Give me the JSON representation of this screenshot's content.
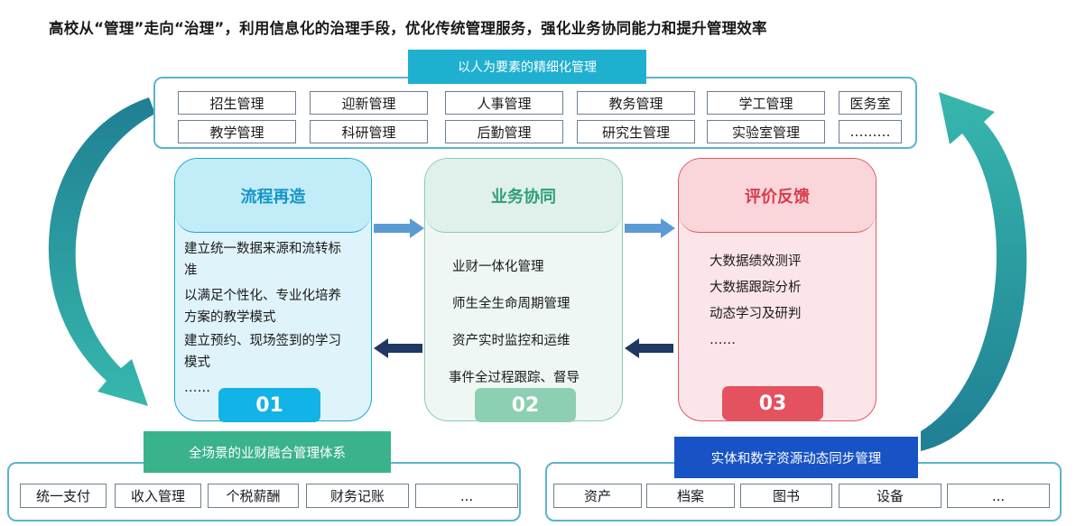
{
  "headline": "高校从“管理”走向“治理”，利用信息化的治理手段，优化传统管理服务，强化业务协同能力和提升管理效率",
  "top_section": {
    "title": "以人为要素的精细化管理",
    "row1": [
      "招生管理",
      "迎新管理",
      "人事管理",
      "教务管理",
      "学工管理",
      "医务室"
    ],
    "row2": [
      "教学管理",
      "科研管理",
      "后勤管理",
      "研究生管理",
      "实验室管理",
      "………"
    ]
  },
  "stages": [
    {
      "title": "流程再造",
      "number": "01",
      "items": [
        "建立统一数据来源和流转标",
        "准",
        "以满足个性化、专业化培养",
        "方案的教学模式",
        "建立预约、现场签到的学习",
        "模式",
        "……"
      ]
    },
    {
      "title": "业务协同",
      "number": "02",
      "items": [
        "业财一体化管理",
        "师生全生命周期管理",
        "资产实时监控和运维",
        "事件全过程跟踪、督导"
      ]
    },
    {
      "title": "评价反馈",
      "number": "03",
      "items": [
        "大数据绩效测评",
        "大数据跟踪分析",
        "动态学习及研判",
        "……"
      ]
    }
  ],
  "bottom_left": {
    "title": "全场景的业财融合管理体系",
    "items": [
      "统一支付",
      "收入管理",
      "个税薪酬",
      "财务记账",
      "..."
    ]
  },
  "bottom_right": {
    "title": "实体和数字资源动态同步管理",
    "items": [
      "资产",
      "档案",
      "图书",
      "设备",
      "..."
    ]
  },
  "colors": {
    "stage1": "#1aa8cf",
    "stage2": "#8ec9b3",
    "stage3": "#e05766",
    "badge1": "#12b3e6",
    "badge2": "#8ccfb2",
    "badge3": "#e5525f",
    "arrow_forward": "#5b9bd5",
    "arrow_back": "#1f3864",
    "cycle_arrow": "#2aa59e"
  }
}
